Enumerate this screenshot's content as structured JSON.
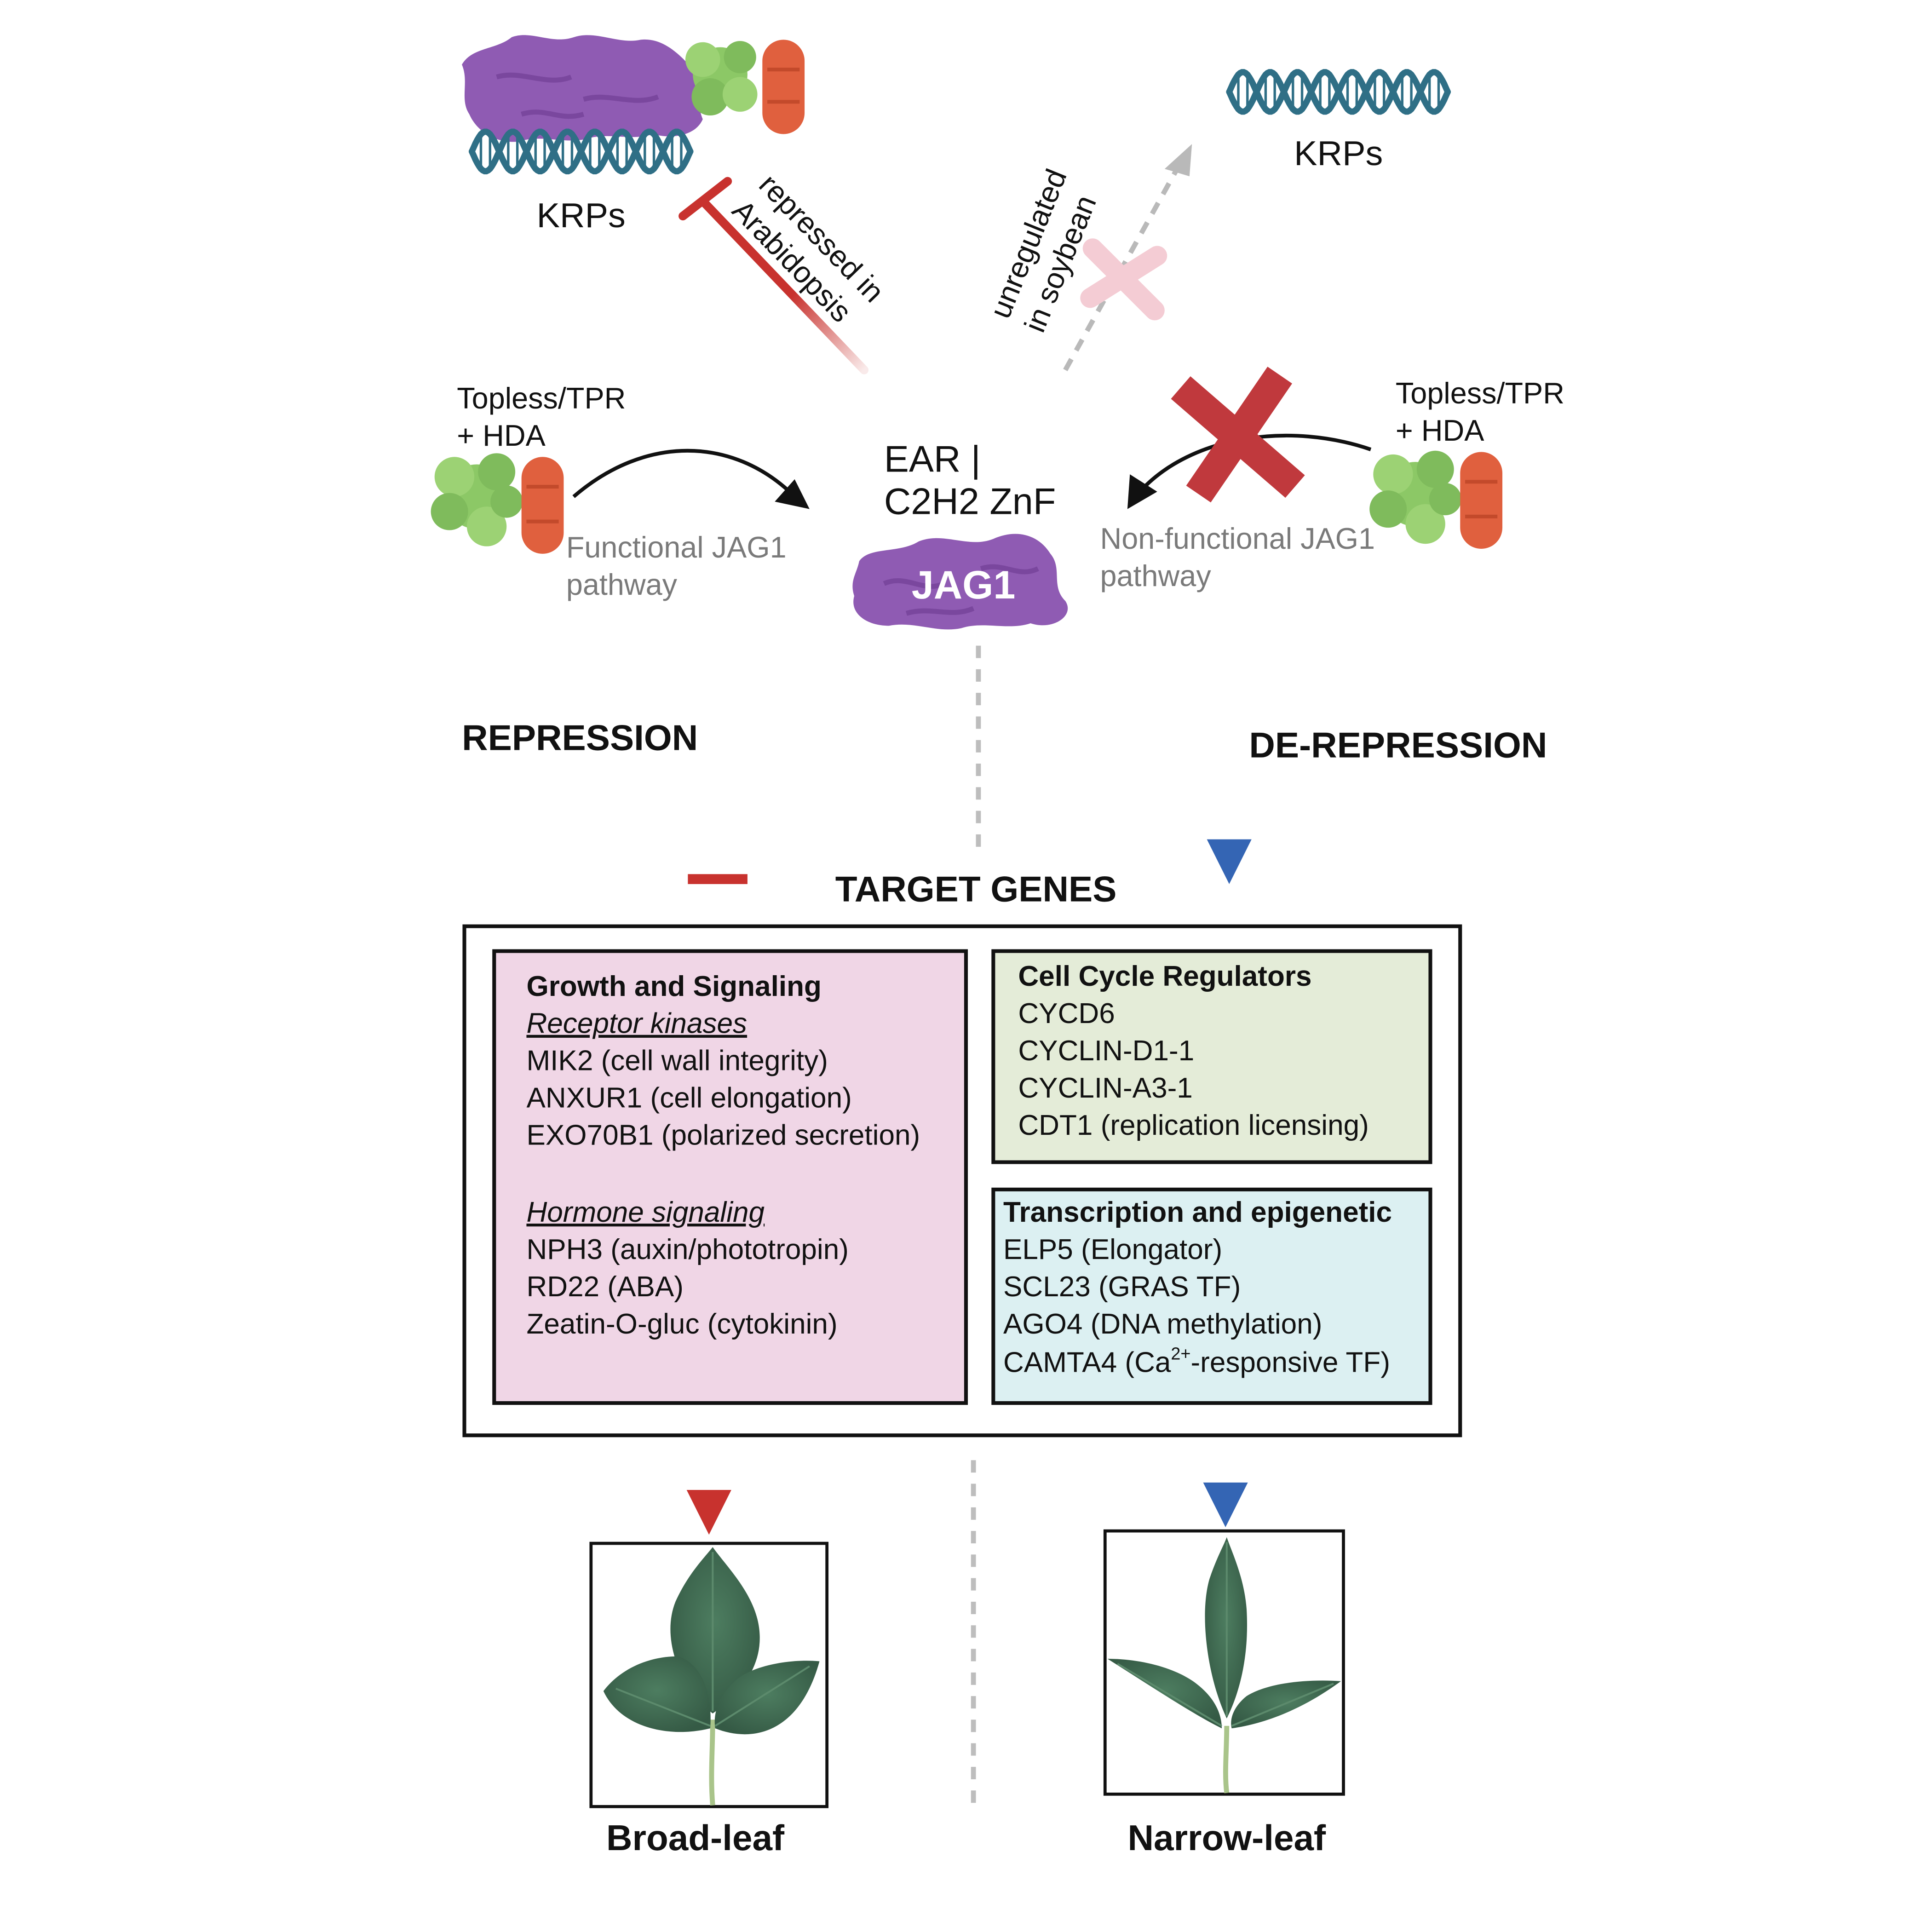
{
  "krp_left_label": "KRPs",
  "krp_right_label": "KRPs",
  "repressed_line1": "repressed in",
  "repressed_line2": "Arabidopsis",
  "unregulated_line1": "unregulated",
  "unregulated_line2": "in soybean",
  "topless_left_line1": "Topless/TPR",
  "topless_left_line2": "+ HDA",
  "topless_right_line1": "Topless/TPR",
  "topless_right_line2": "+ HDA",
  "functional_line1": "Functional JAG1",
  "functional_line2": "pathway",
  "nonfunctional_line1": "Non-functional JAG1",
  "nonfunctional_line2": "pathway",
  "ear_line1": "EAR |",
  "ear_line2": "C2H2 ZnF",
  "jag1_label": "JAG1",
  "repression_label": "REPRESSION",
  "derepression_label": "DE-REPRESSION",
  "target_genes_title": "TARGET GENES",
  "growth": {
    "title": "Growth and Signaling",
    "receptor_heading": "Receptor kinases",
    "receptor_items": [
      "MIK2 (cell wall integrity)",
      "ANXUR1 (cell elongation)",
      "EXO70B1 (polarized secretion)"
    ],
    "hormone_heading": "Hormone signaling",
    "hormone_items": [
      "NPH3 (auxin/phototropin)",
      "RD22 (ABA)",
      "Zeatin-O-gluc (cytokinin)"
    ]
  },
  "cell_cycle": {
    "title": "Cell Cycle Regulators",
    "items": [
      "CYCD6",
      "CYCLIN-D1-1",
      "CYCLIN-A3-1",
      "CDT1 (replication licensing)"
    ]
  },
  "transcription": {
    "title": "Transcription and epigenetic",
    "items": [
      "ELP5 (Elongator)",
      "SCL23 (GRAS TF)",
      "AGO4 (DNA methylation)"
    ],
    "camta_prefix": "CAMTA4 (Ca",
    "camta_sup": "2+",
    "camta_suffix": "-responsive TF)"
  },
  "broad_leaf_label": "Broad-leaf",
  "narrow_leaf_label": "Narrow-leaf",
  "colors": {
    "repression_red": "#c8322e",
    "derepression_blue": "#3465b4",
    "pink_box": "#f0d6e6",
    "green_box": "#e4ecd8",
    "blue_box": "#dcf0f2",
    "jag1_purple": "#8f5bb3",
    "tpr_green": "#8cc866",
    "hda_orange": "#e0603e",
    "dna_teal": "#2f6f86",
    "leaf_green": "#3f6a52"
  }
}
